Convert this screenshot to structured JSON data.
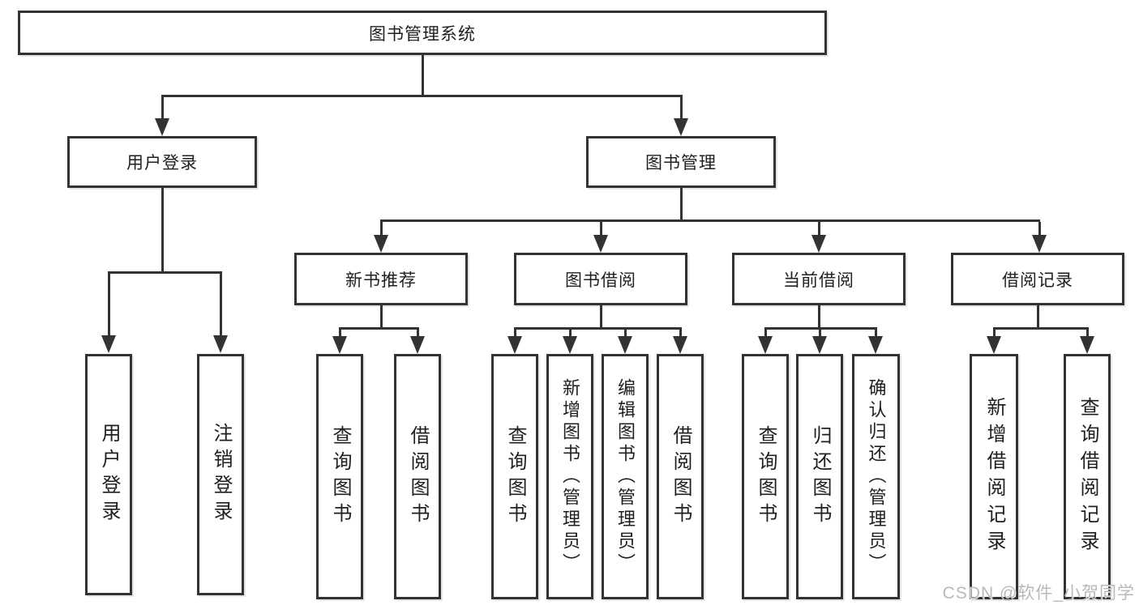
{
  "nodes": {
    "root": {
      "label": "图书管理系统"
    },
    "user_login": {
      "label": "用户登录"
    },
    "book_mgmt": {
      "label": "图书管理"
    },
    "new_book_rec": {
      "label": "新书推荐"
    },
    "book_borrow": {
      "label": "图书借阅"
    },
    "current_borrow": {
      "label": "当前借阅"
    },
    "borrow_records": {
      "label": "借阅记录"
    },
    "leaf_user_login": {
      "label": "用户登录"
    },
    "leaf_logout": {
      "label": "注销登录"
    },
    "leaf_query_book_1": {
      "label": "查询图书"
    },
    "leaf_borrow_book_1": {
      "label": "借阅图书"
    },
    "leaf_query_book_2": {
      "label": "查询图书"
    },
    "leaf_add_book": {
      "label": "新增图书（管理员）"
    },
    "leaf_edit_book": {
      "label": "编辑图书（管理员）"
    },
    "leaf_borrow_book_2": {
      "label": "借阅图书"
    },
    "leaf_query_book_3": {
      "label": "查询图书"
    },
    "leaf_return_book": {
      "label": "归还图书"
    },
    "leaf_confirm_return": {
      "label": "确认归还（管理员）"
    },
    "leaf_add_record": {
      "label": "新增借阅记录"
    },
    "leaf_query_record": {
      "label": "查询借阅记录"
    }
  },
  "watermark": {
    "text": "CSDN @软件_小贺同学"
  }
}
